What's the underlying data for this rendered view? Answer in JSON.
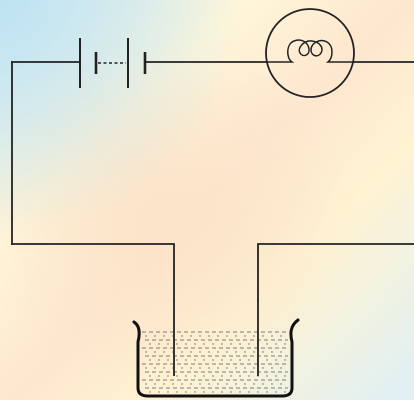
{
  "diagram": {
    "components": [
      {
        "id": "battery",
        "icon": "battery-cells-icon"
      },
      {
        "id": "bulb",
        "icon": "light-bulb-icon"
      },
      {
        "id": "beaker",
        "icon": "beaker-with-solution-icon"
      },
      {
        "id": "electrodes",
        "icon": "electrode-pair-icon",
        "count": 2
      }
    ],
    "colors": {
      "wire": "#222222",
      "beaker": "#111111",
      "liquid": "#555555"
    }
  }
}
